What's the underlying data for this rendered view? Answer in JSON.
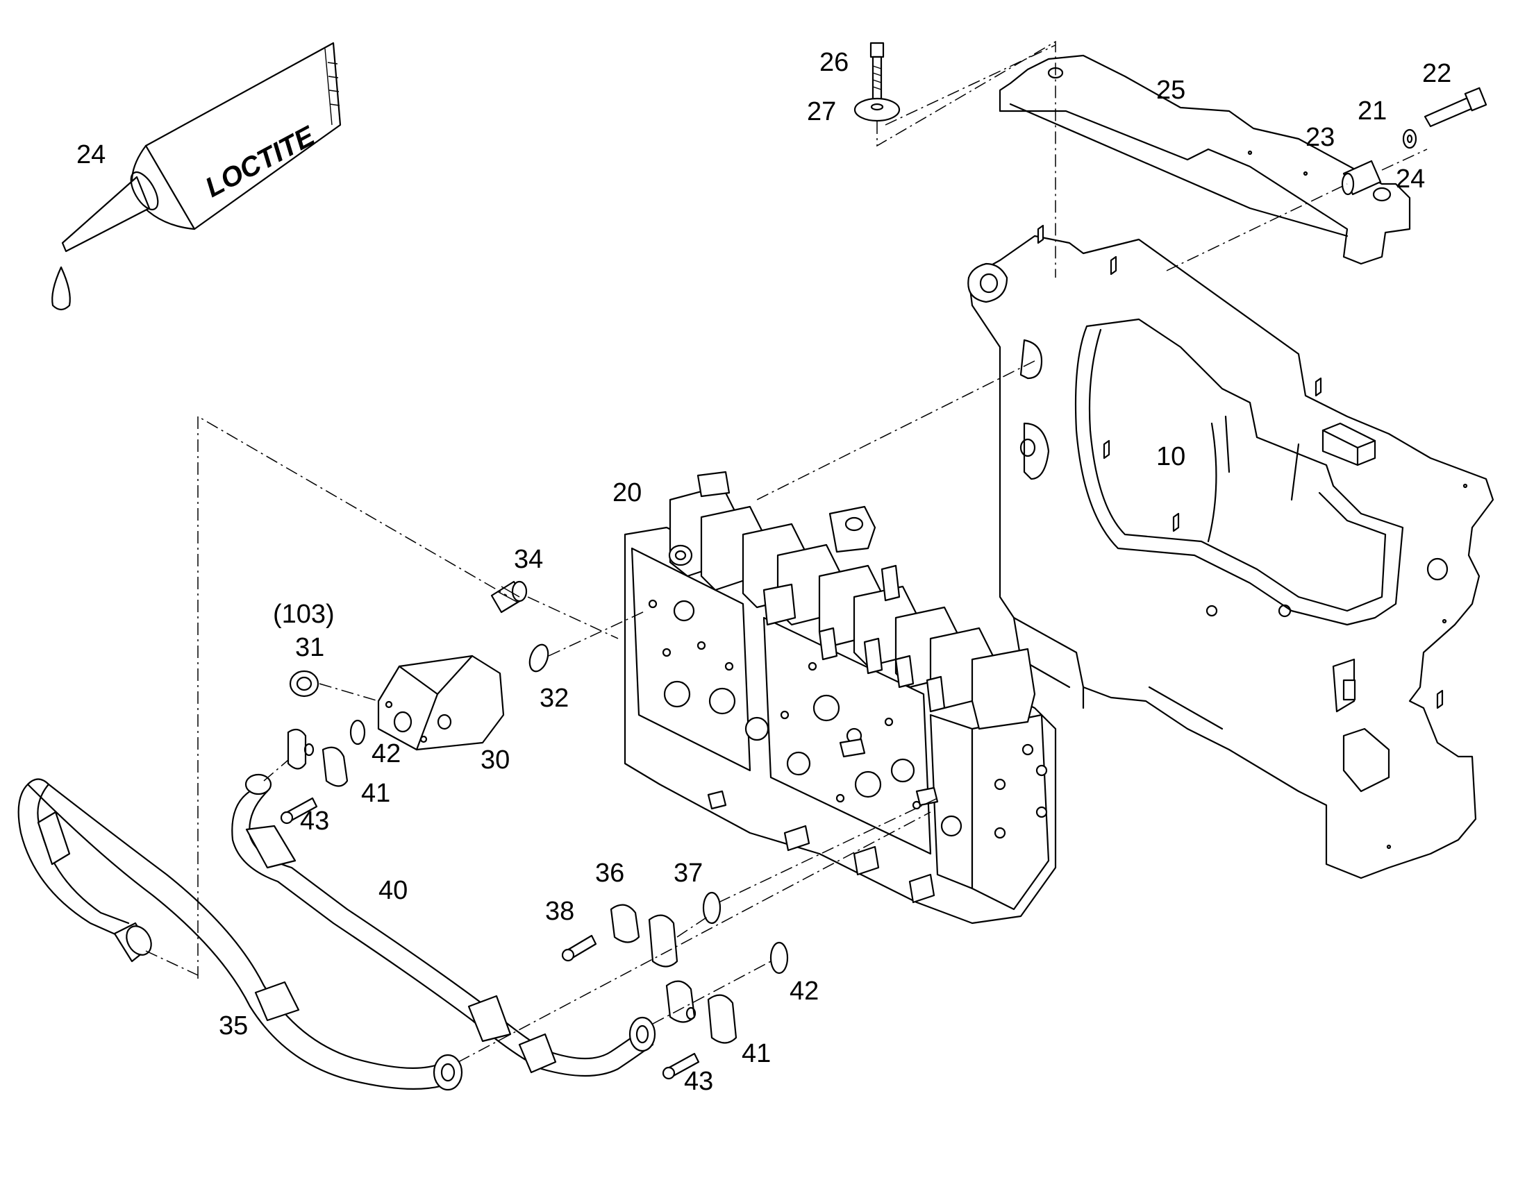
{
  "tube_brand": "LOCTITE",
  "callouts": [
    {
      "id": "c24a",
      "text": "24"
    },
    {
      "id": "c26",
      "text": "26"
    },
    {
      "id": "c27",
      "text": "27"
    },
    {
      "id": "c25",
      "text": "25"
    },
    {
      "id": "c22",
      "text": "22"
    },
    {
      "id": "c21",
      "text": "21"
    },
    {
      "id": "c23",
      "text": "23"
    },
    {
      "id": "c24b",
      "text": "24"
    },
    {
      "id": "c10",
      "text": "10"
    },
    {
      "id": "c20",
      "text": "20"
    },
    {
      "id": "c34",
      "text": "34"
    },
    {
      "id": "c103",
      "text": "(103)"
    },
    {
      "id": "c31",
      "text": "31"
    },
    {
      "id": "c32",
      "text": "32"
    },
    {
      "id": "c42a",
      "text": "42"
    },
    {
      "id": "c30",
      "text": "30"
    },
    {
      "id": "c41a",
      "text": "41"
    },
    {
      "id": "c43a",
      "text": "43"
    },
    {
      "id": "c40",
      "text": "40"
    },
    {
      "id": "c36",
      "text": "36"
    },
    {
      "id": "c37",
      "text": "37"
    },
    {
      "id": "c38",
      "text": "38"
    },
    {
      "id": "c42b",
      "text": "42"
    },
    {
      "id": "c35",
      "text": "35"
    },
    {
      "id": "c41b",
      "text": "41"
    },
    {
      "id": "c43b",
      "text": "43"
    }
  ]
}
